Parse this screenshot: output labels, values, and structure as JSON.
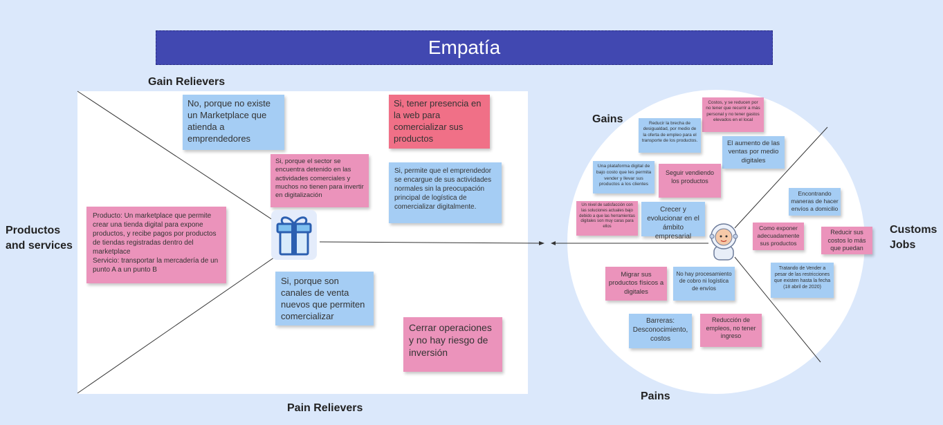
{
  "title": "Empatía",
  "labels": {
    "gain_relievers": "Gain Relievers",
    "pain_relievers": "Pain Relievers",
    "products_line1": "Productos",
    "products_line2": "and services",
    "gains": "Gains",
    "pains": "Pains",
    "customs_line1": "Customs",
    "customs_line2": "Jobs"
  },
  "value_map_notes": {
    "gain1": "No, porque no existe un Marketplace que atienda a emprendedores",
    "gain2": "Si, tener presencia en la web para comercializar sus productos",
    "gain3": "Si, porque el sector se encuentra detenido en las actividades comerciales y muchos no tienen para invertir en digitalización",
    "gain4": "Si, permite que el emprendedor se encargue de sus actividades normales sin la preocupación principal de logística de comercializar digitalmente.",
    "product_line1": "Producto: Un marketplace que permite crear una tienda digital para expone productos, y recibe pagos por productos de tiendas registradas dentro del marketplace",
    "product_line2": "Servicio: transportar la mercadería de un punto A a un punto B",
    "pain1": "Si, porque son canales de venta nuevos que permiten comercializar",
    "pain2": "Cerrar operaciones y no hay riesgo de inversión"
  },
  "profile_notes": {
    "g1": "Costos, y se reducen por no tener que recurrir a más personal y no tener gastos elevados en el local",
    "g2": "Reducir la brecha de desigualdad, por medio de la oferta de empleo para el transporte de los productos.",
    "g3": "El aumento de las ventas por medio digitales",
    "g4": "Una plataforma digital de bajo costo que les permita vender y llevar sus productos a los clientes",
    "g5": "Seguir vendiendo los productos",
    "g6": "Un nivel de satisfacción con las soluciones actuales bajo debido a que las herramientas digitales son muy caras para ellos",
    "g7": "Crecer y evolucionar en el ámbito empresarial",
    "j1": "Encontrando maneras de hacer envíos a domicilio",
    "j2": "Como exponer adecuadamente sus productos",
    "j3": "Reducir sus costos lo más que puedan",
    "j4": "Tratando de Vender a pesar de las restricciones que existen hasta la fecha (18 abril de 2020)",
    "p1": "Migrar sus productos físicos a digitales",
    "p2": "No hay procesamiento de cobro ni logística de envíos",
    "p3": "Barreras: Desconocimiento, costos",
    "p4": "Reducción de empleos, no tener ingreso"
  },
  "colors": {
    "title_bg": "#4148b1",
    "background": "#dbe8fb",
    "note_blue": "#a5cdf4",
    "note_pink": "#eb93bb",
    "note_red": "#f07087"
  },
  "icons": {
    "center_left": "gift-icon",
    "center_right": "astronaut-icon"
  }
}
